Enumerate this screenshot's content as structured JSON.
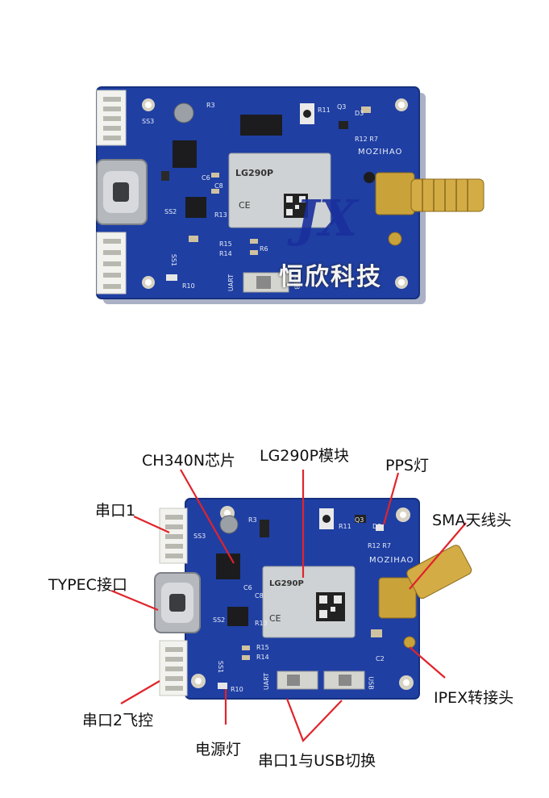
{
  "photo_top": {
    "board": {
      "module_name": "LG290P",
      "brand_silk": "MOZIHAO",
      "silk_ss3": "SS3",
      "silk_ss2": "SS2",
      "silk_ss1": "SS1",
      "silk_uart": "UART",
      "silk_usb": "USB",
      "silk_r10": "R10",
      "silk_r11": "R11",
      "silk_r12_r7": "R12 R7",
      "silk_r3": "R3",
      "silk_q3": "Q3",
      "silk_d3": "D3",
      "silk_c6": "C6",
      "silk_c8": "C8",
      "silk_r13": "R13",
      "silk_r15": "R15",
      "silk_r14": "R14",
      "silk_r6": "R6"
    },
    "watermark": {
      "letters": "JX",
      "text": "恒欣科技"
    }
  },
  "photo_bottom": {
    "board": {
      "module_name": "LG290P",
      "brand_silk": "MOZIHAO",
      "silk_ss3": "SS3",
      "silk_ss2": "SS2",
      "silk_ss1": "SS1",
      "silk_uart": "UART",
      "silk_usb": "USB",
      "silk_r10": "R10",
      "silk_r11": "R11",
      "silk_r3": "R3",
      "silk_q3": "Q3",
      "silk_d3": "D3",
      "silk_r12_r7": "R12 R7",
      "silk_c6": "C6",
      "silk_c8": "C8",
      "silk_r15": "R15",
      "silk_r14": "R14",
      "silk_r13": "R13",
      "silk_c2": "C2"
    },
    "callouts": {
      "ch340n": "CH340N芯片",
      "lg290p": "LG290P模块",
      "pps": "PPS灯",
      "serial1": "串口1",
      "sma": "SMA天线头",
      "typec": "TYPEC接口",
      "serial2": "串口2飞控",
      "ipex": "IPEX转接头",
      "power_led": "电源灯",
      "switch": "串口1与USB切换"
    }
  },
  "colors": {
    "pcb_blue": "#1f3fa3",
    "pcb_dark": "#16307e",
    "gold": "#c9a23a",
    "callout_line": "#e0242b",
    "connector_white": "#f2f2ee"
  }
}
